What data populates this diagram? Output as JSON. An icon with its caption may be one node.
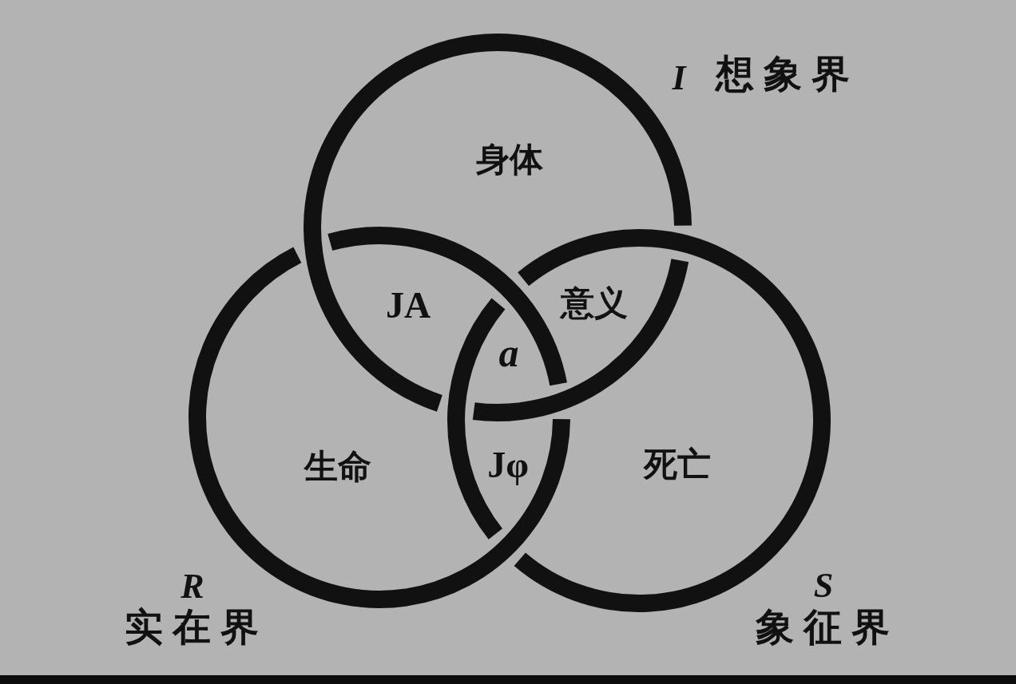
{
  "diagram": {
    "nodes": [
      {
        "text": [
          "I",
          "想象界",
          "身体"
        ]
      },
      {
        "text": [
          "R",
          "实在界",
          "生命"
        ]
      },
      {
        "text": [
          "S",
          "象征界",
          "死亡"
        ]
      }
    ],
    "labels": [
      "JA",
      "意义",
      "a",
      "Jφ"
    ]
  }
}
